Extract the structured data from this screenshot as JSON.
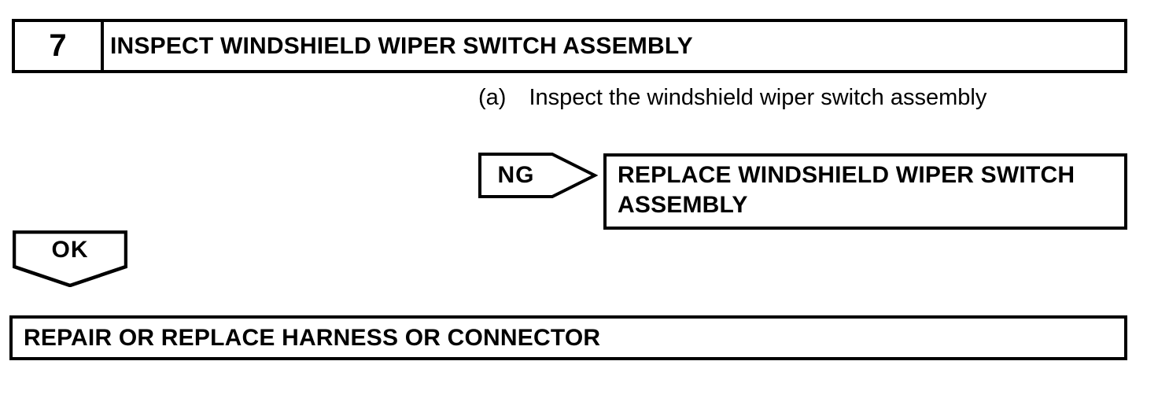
{
  "colors": {
    "ink": "#000000",
    "paper": "#ffffff"
  },
  "step_header": {
    "number": "7",
    "title": "INSPECT WINDSHIELD WIPER SWITCH ASSEMBLY"
  },
  "instruction": {
    "marker": "(a)",
    "text": "Inspect the windshield wiper switch assembly"
  },
  "ng_branch": {
    "label": "NG",
    "action": "REPLACE WINDSHIELD WIPER SWITCH ASSEMBLY"
  },
  "ok_branch": {
    "label": "OK",
    "action": "REPAIR OR REPLACE HARNESS OR CONNECTOR"
  }
}
